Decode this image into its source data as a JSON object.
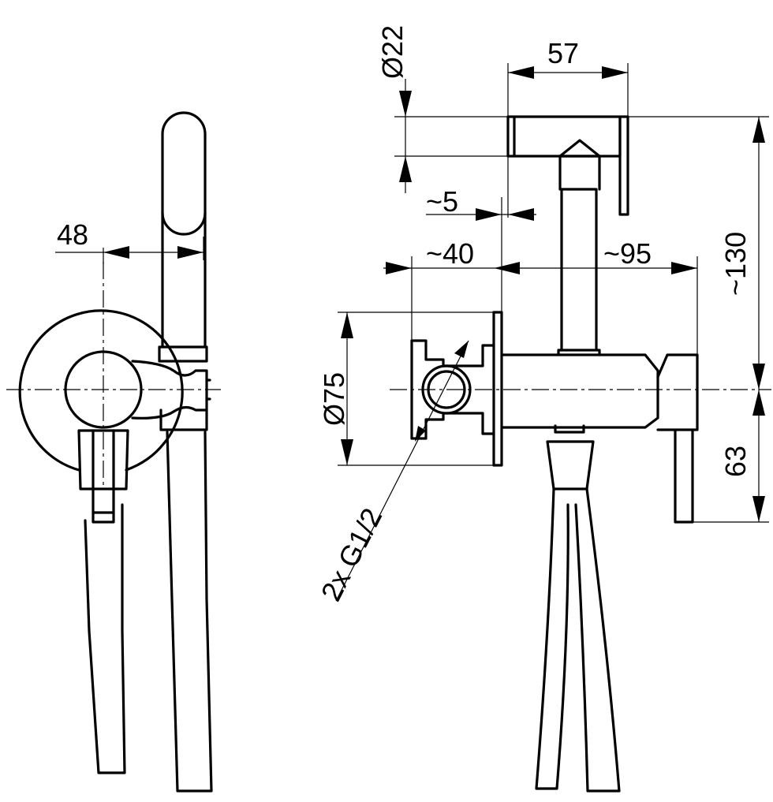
{
  "dimensions": {
    "d48": "48",
    "d22": "Ø22",
    "d57": "57",
    "d5": "~5",
    "d40": "~40",
    "d95": "~95",
    "d130": "~130",
    "d75": "Ø75",
    "d63": "63",
    "thread": "2x G1/2"
  },
  "colors": {
    "stroke": "#000000",
    "background": "#ffffff"
  }
}
